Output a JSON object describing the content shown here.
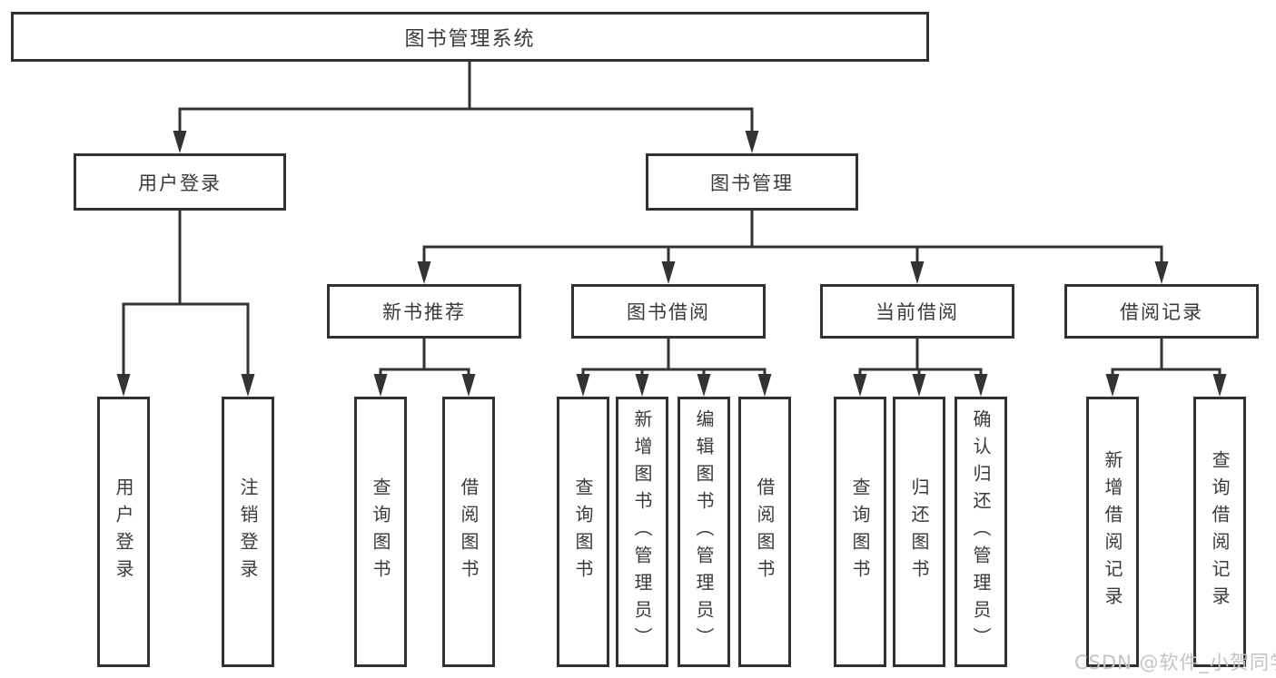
{
  "tree": {
    "root": {
      "label": "图书管理系统"
    },
    "branches": [
      {
        "label": "用户登录",
        "children": [
          {
            "label": "用户登录"
          },
          {
            "label": "注销登录"
          }
        ]
      },
      {
        "label": "图书管理",
        "children": [
          {
            "label": "新书推荐",
            "children": [
              {
                "label": "查询图书"
              },
              {
                "label": "借阅图书"
              }
            ]
          },
          {
            "label": "图书借阅",
            "children": [
              {
                "label": "查询图书"
              },
              {
                "label": "新增图书（管理员）"
              },
              {
                "label": "编辑图书（管理员）"
              },
              {
                "label": "借阅图书"
              }
            ]
          },
          {
            "label": "当前借阅",
            "children": [
              {
                "label": "查询图书"
              },
              {
                "label": "归还图书"
              },
              {
                "label": "确认归还（管理员）"
              }
            ]
          },
          {
            "label": "借阅记录",
            "children": [
              {
                "label": "新增借阅记录"
              },
              {
                "label": "查询借阅记录"
              }
            ]
          }
        ]
      }
    ]
  },
  "watermark": {
    "text": "CSDN @软件_小贺同学"
  },
  "colors": {
    "line": "#333333",
    "box_border": "#313131",
    "text": "#3a3a3a",
    "watermark": "#c3c3c3",
    "background": "#ffffff"
  }
}
